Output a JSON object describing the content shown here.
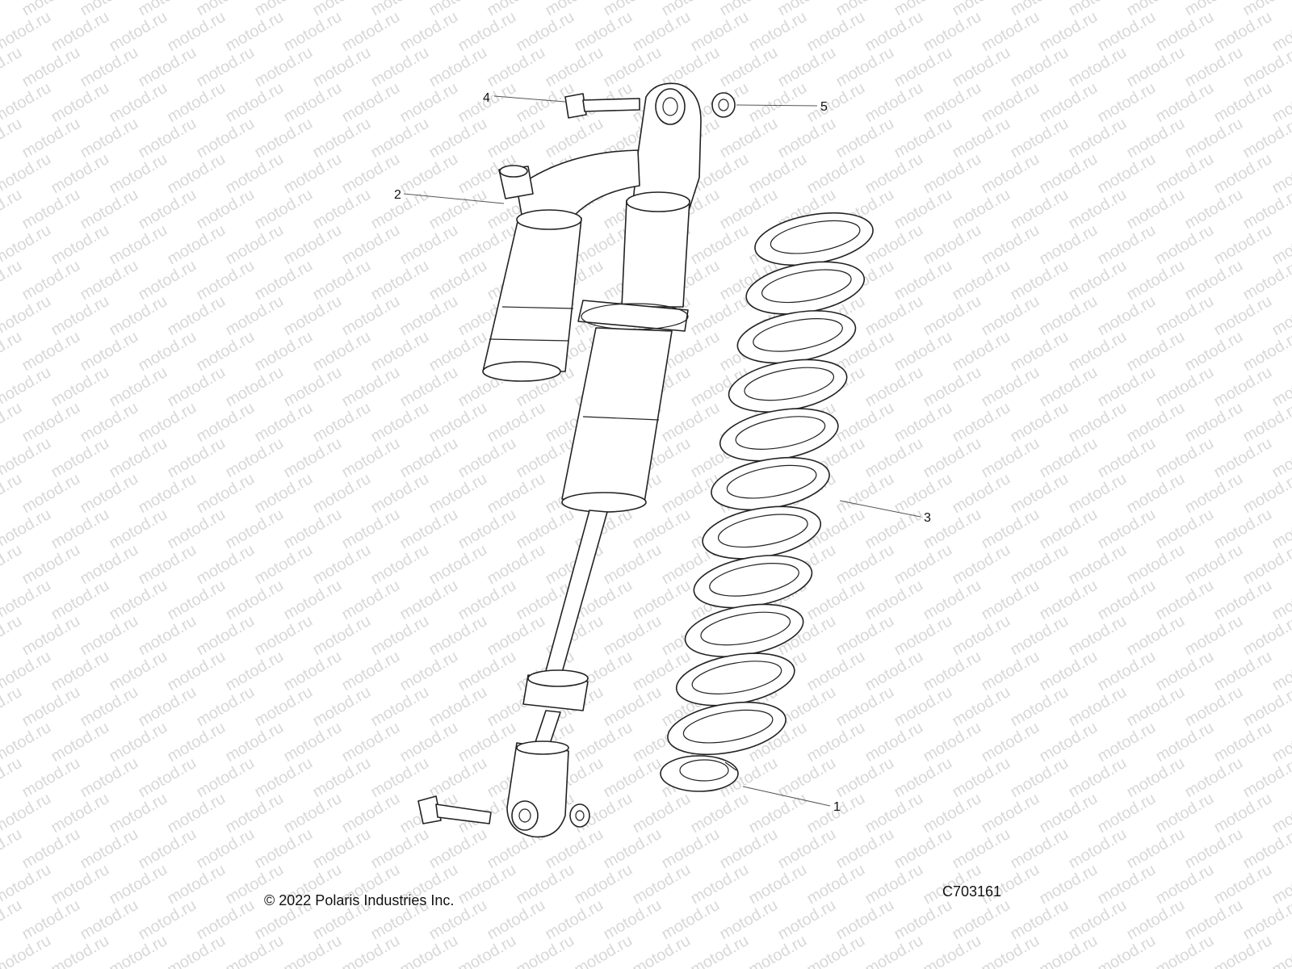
{
  "diagram": {
    "callouts": [
      {
        "id": "1",
        "label": "1"
      },
      {
        "id": "2",
        "label": "2"
      },
      {
        "id": "3",
        "label": "3"
      },
      {
        "id": "4",
        "label": "4"
      },
      {
        "id": "5",
        "label": "5"
      }
    ],
    "copyright": "© 2022 Polaris Industries Inc.",
    "figure_code": "C703161",
    "watermark": "motod.ru",
    "colors": {
      "line": "#222222",
      "watermark": "#b8b8b8",
      "background": "#ffffff"
    }
  }
}
